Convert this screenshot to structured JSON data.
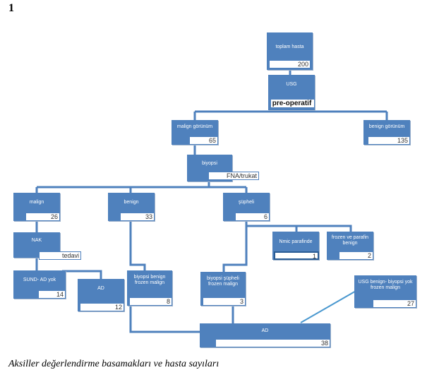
{
  "page_number": "1",
  "caption": "Aksiller değerlendirme basamakları ve hasta sayıları",
  "colors": {
    "node_fill": "#4f81bd",
    "connector": "#4f81bd",
    "value_bg": "#ffffff"
  },
  "nodes": {
    "toplam": {
      "label": "toplam hasta",
      "value": "200"
    },
    "usg": {
      "label": "USG",
      "value": "pre-operatif"
    },
    "malign_gorunum": {
      "label": "malign görünüm",
      "value": "65"
    },
    "benign_gorunum": {
      "label": "benign  görünüm",
      "value": "135"
    },
    "biyopsi": {
      "label": "biyopsi",
      "value": "FNA/trukat"
    },
    "malign": {
      "label": "malign",
      "value": "26"
    },
    "benign": {
      "label": "benign",
      "value": "33"
    },
    "supheli": {
      "label": "şüpheli",
      "value": "6"
    },
    "nak": {
      "label": "NAK",
      "value": "tedavi"
    },
    "nmic": {
      "label": "Nmic  parafinde",
      "value": "1"
    },
    "frozen_parafin": {
      "label": "frozen  ve  parafin benign",
      "value": "2"
    },
    "sund_ad": {
      "label": "SUND- AD yok",
      "value": "14"
    },
    "ad_small": {
      "label": "AD",
      "value": "12"
    },
    "biyopsi_benign": {
      "label": "biyopsi benign frozen malign",
      "value": "8"
    },
    "biyopsi_supheli": {
      "label": "biyopsi  şüpheli frozen malign",
      "value": "3"
    },
    "usg_benign": {
      "label": "USG benign- biyopsi yok frozen malign",
      "value": "27"
    },
    "ad_total": {
      "label": "AD",
      "value": "38"
    }
  }
}
